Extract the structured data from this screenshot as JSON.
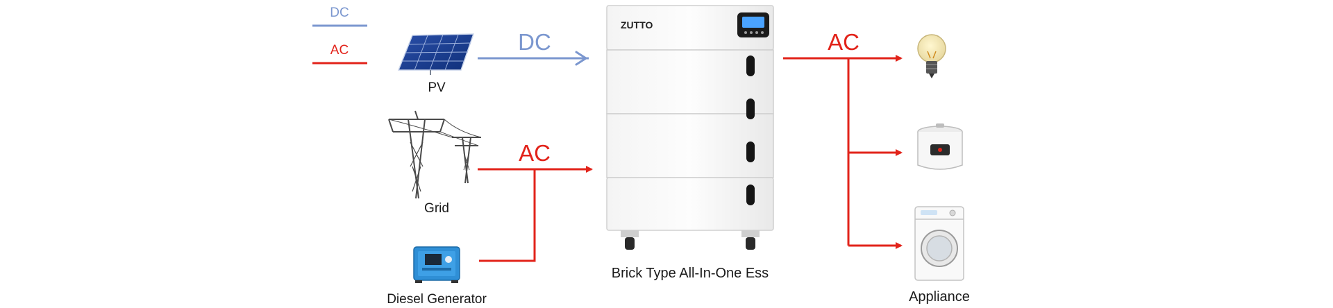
{
  "legend": {
    "dc_label": "DC",
    "ac_label": "AC"
  },
  "colors": {
    "dc": "#7b97cf",
    "ac": "#e2231a",
    "text": "#1a1a1a"
  },
  "sources": {
    "pv_label": "PV",
    "grid_label": "Grid",
    "generator_label": "Diesel Generator"
  },
  "flows": {
    "pv_to_ess": "DC",
    "grid_to_ess": "AC",
    "ess_to_loads": "AC"
  },
  "ess": {
    "brand": "ZUTTO",
    "caption": "Brick Type All-In-One Ess"
  },
  "loads": {
    "label": "Appliance",
    "items": [
      "light-bulb",
      "rice-cooker",
      "washing-machine"
    ]
  }
}
